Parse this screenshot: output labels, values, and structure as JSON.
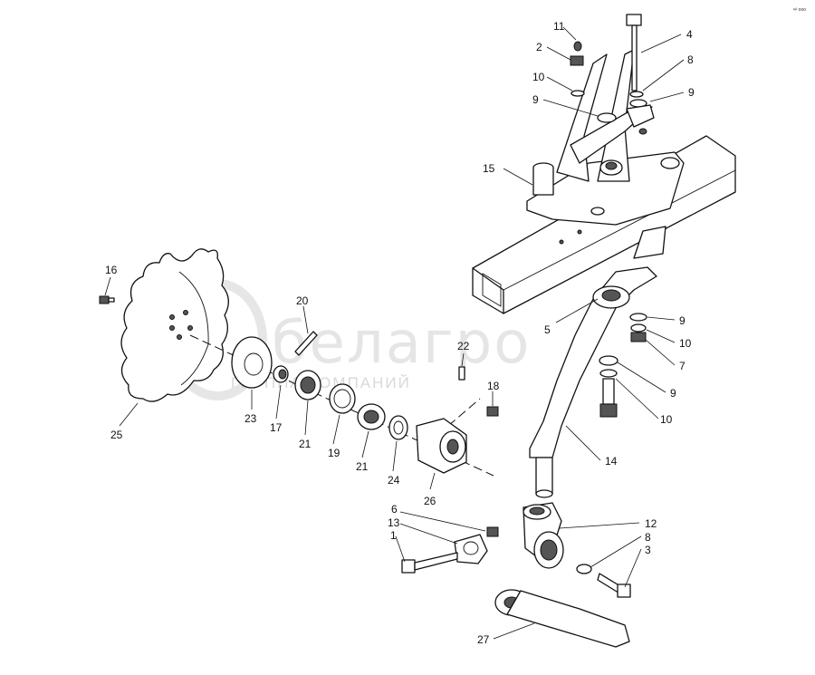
{
  "watermark": {
    "brand": "белагро",
    "tagline": "ГРУППА КОМПАНИЙ"
  },
  "corner_mark": "ч² ооо",
  "callouts": [
    {
      "id": "c11",
      "text": "11"
    },
    {
      "id": "c2",
      "text": "2"
    },
    {
      "id": "c10a",
      "text": "10"
    },
    {
      "id": "c9a",
      "text": "9"
    },
    {
      "id": "c4",
      "text": "4"
    },
    {
      "id": "c8a",
      "text": "8"
    },
    {
      "id": "c9b",
      "text": "9"
    },
    {
      "id": "c15",
      "text": "15"
    },
    {
      "id": "c16",
      "text": "16"
    },
    {
      "id": "c20",
      "text": "20"
    },
    {
      "id": "c22",
      "text": "22"
    },
    {
      "id": "c18",
      "text": "18"
    },
    {
      "id": "c25",
      "text": "25"
    },
    {
      "id": "c23",
      "text": "23"
    },
    {
      "id": "c17",
      "text": "17"
    },
    {
      "id": "c21a",
      "text": "21"
    },
    {
      "id": "c19",
      "text": "19"
    },
    {
      "id": "c21b",
      "text": "21"
    },
    {
      "id": "c24",
      "text": "24"
    },
    {
      "id": "c26",
      "text": "26"
    },
    {
      "id": "c5",
      "text": "5"
    },
    {
      "id": "c9c",
      "text": "9"
    },
    {
      "id": "c10b",
      "text": "10"
    },
    {
      "id": "c7",
      "text": "7"
    },
    {
      "id": "c9d",
      "text": "9"
    },
    {
      "id": "c10c",
      "text": "10"
    },
    {
      "id": "c14",
      "text": "14"
    },
    {
      "id": "c6",
      "text": "6"
    },
    {
      "id": "c13",
      "text": "13"
    },
    {
      "id": "c1",
      "text": "1"
    },
    {
      "id": "c12",
      "text": "12"
    },
    {
      "id": "c8b",
      "text": "8"
    },
    {
      "id": "c3",
      "text": "3"
    },
    {
      "id": "c27",
      "text": "27"
    }
  ]
}
